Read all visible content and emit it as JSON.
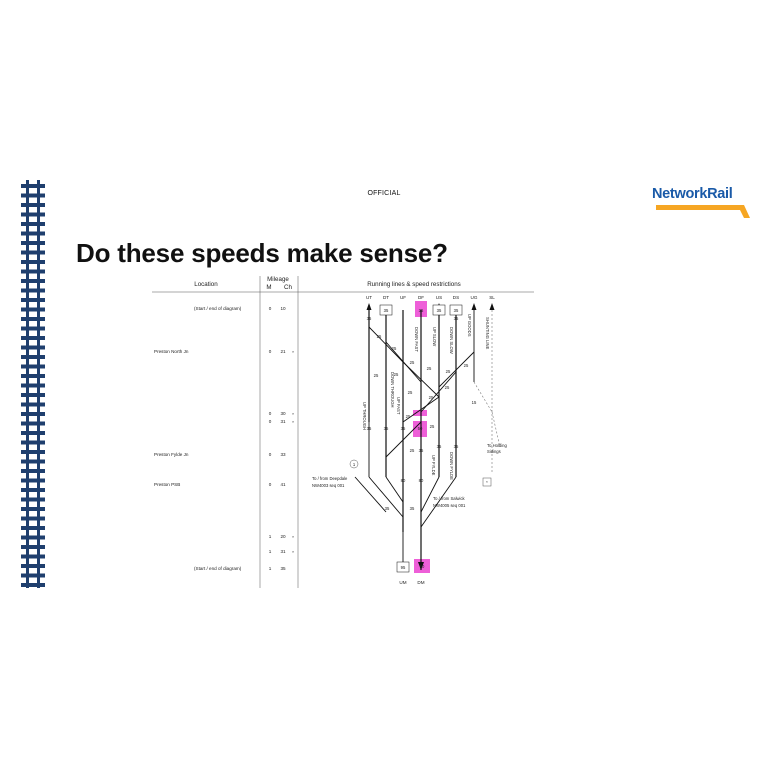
{
  "slide": {
    "classification": "OFFICIAL",
    "title": "Do these speeds make sense?",
    "brand": {
      "name": "NetworkRail",
      "color": "#1a5aa8",
      "accent": "#f6a623",
      "logo_icon": "network-rail-chevron"
    },
    "decoration_icon": "railway-track-icon"
  },
  "diagram": {
    "headers": {
      "location": "Location",
      "mileage": "Mileage",
      "miles": "M",
      "chains": "Ch",
      "running": "Running lines & speed restrictions"
    },
    "rows": [
      {
        "location": "(Start / end of diagram)",
        "m": "0",
        "ch": "10",
        "star": ""
      },
      {
        "location": "Preston North Jn",
        "m": "0",
        "ch": "21",
        "star": "*"
      },
      {
        "location": "",
        "m": "0",
        "ch": "30",
        "star": "*"
      },
      {
        "location": "",
        "m": "0",
        "ch": "31",
        "star": "*"
      },
      {
        "location": "Preston Fylde Jn",
        "m": "0",
        "ch": "33",
        "star": ""
      },
      {
        "location": "Preston PSB",
        "m": "0",
        "ch": "41",
        "star": ""
      },
      {
        "location": "",
        "m": "1",
        "ch": "20",
        "star": "*"
      },
      {
        "location": "",
        "m": "1",
        "ch": "31",
        "star": "*"
      },
      {
        "location": "(Start / end of diagram)",
        "m": "1",
        "ch": "35",
        "star": ""
      }
    ],
    "line_codes_top": [
      "UT",
      "DT",
      "UF",
      "DF",
      "US",
      "DS",
      "UG",
      "SL"
    ],
    "line_codes_bottom": [
      "UM",
      "DM"
    ],
    "line_names": [
      "UP THROUGH",
      "DOWN THROUGH",
      "UP FAST",
      "DOWN FAST",
      "UP SLOW",
      "DOWN SLOW",
      "UP GOODS",
      "SHUNTING LINE",
      "UP FYLDE",
      "DOWN FYLDE"
    ],
    "boxed_speeds_top": [
      "35",
      "35",
      "35"
    ],
    "highlighted_speeds": [
      "35",
      "50",
      "50"
    ],
    "speed_labels": {
      "s25": "25",
      "s35": "35",
      "s80": "80",
      "s95": "95",
      "s15": "15"
    },
    "notes": {
      "deepdale": "To / from Deepdale",
      "deepdale_ref": "NW4003  seq  001",
      "salwick": "To / from Salwick",
      "salwick_ref": "NW4005  seq  001",
      "holding": "To Holding",
      "holding2": "Sidings",
      "marker_1": "1",
      "marker_star": "*"
    },
    "highlight_color": "#ee5fd8"
  }
}
